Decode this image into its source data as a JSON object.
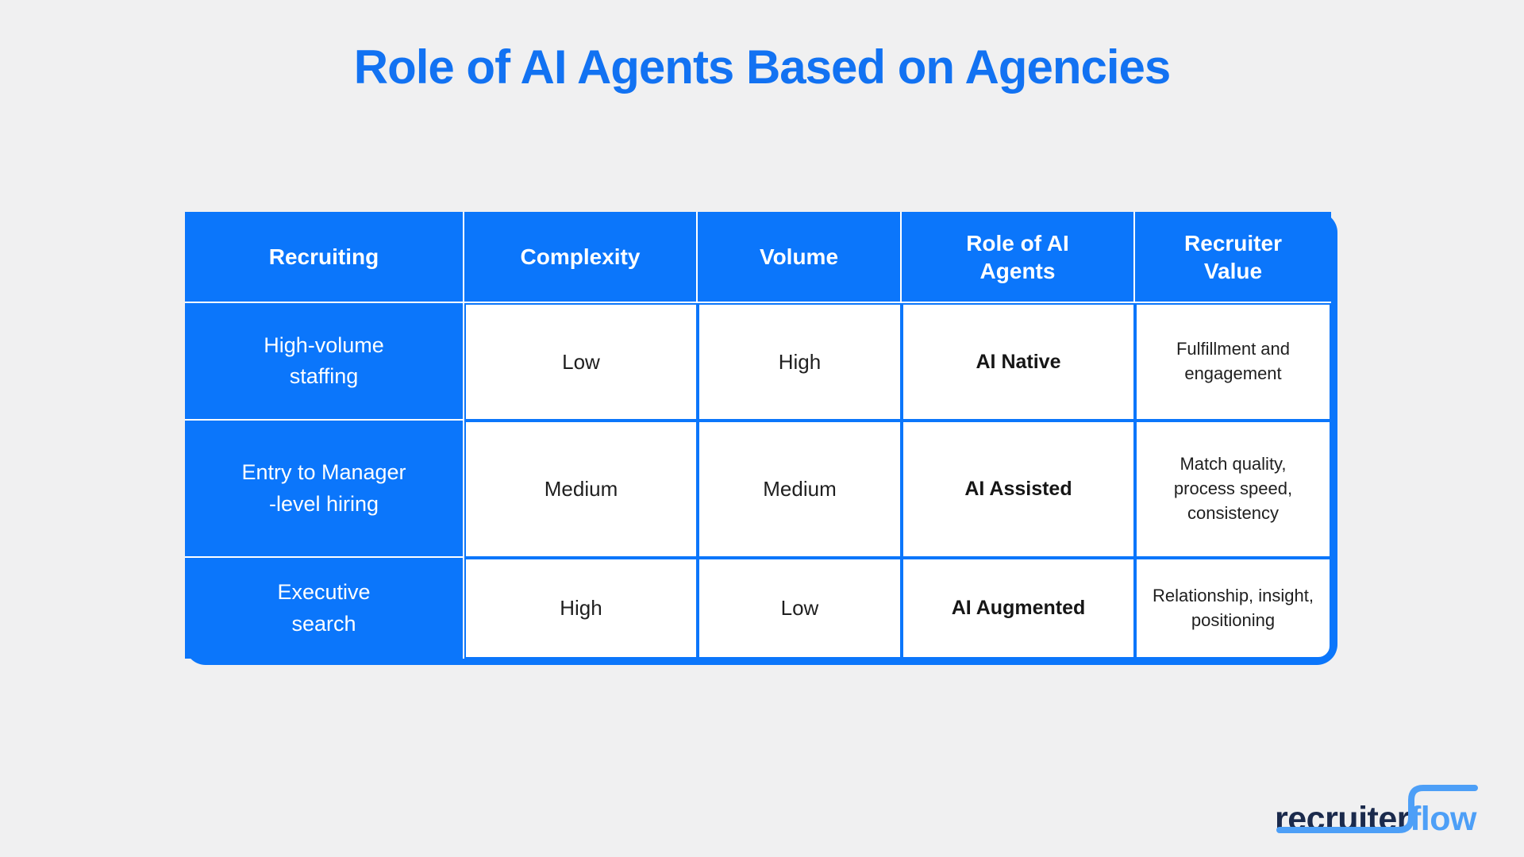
{
  "page": {
    "background": "#f0f0f1"
  },
  "title": {
    "text": "Role of AI Agents Based on Agencies",
    "color": "#1272f2"
  },
  "table": {
    "accent_blue": "#0b76fb",
    "headers": [
      {
        "label": "Recruiting"
      },
      {
        "label": "Complexity"
      },
      {
        "label": "Volume"
      },
      {
        "label": "Role of AI\nAgents"
      },
      {
        "label": "Recruiter\nValue"
      }
    ],
    "rows": [
      {
        "recruiting": "High-volume\nstaffing",
        "complexity": "Low",
        "volume": "High",
        "role": "AI Native",
        "value": "Fulfillment and\nengagement"
      },
      {
        "recruiting": "Entry to Manager\n-level hiring",
        "complexity": "Medium",
        "volume": "Medium",
        "role": "AI Assisted",
        "value": "Match quality,\nprocess speed,\nconsistency"
      },
      {
        "recruiting": "Executive\nsearch",
        "complexity": "High",
        "volume": "Low",
        "role": "AI Augmented",
        "value": "Relationship, insight,\npositioning"
      }
    ]
  },
  "chart_data": {
    "type": "table",
    "title": "Role of AI Agents Based on Agencies",
    "columns": [
      "Recruiting",
      "Complexity",
      "Volume",
      "Role of AI Agents",
      "Recruiter Value"
    ],
    "rows": [
      [
        "High-volume staffing",
        "Low",
        "High",
        "AI Native",
        "Fulfillment and engagement"
      ],
      [
        "Entry to Manager -level hiring",
        "Medium",
        "Medium",
        "AI Assisted",
        "Match quality, process speed, consistency"
      ],
      [
        "Executive search",
        "High",
        "Low",
        "AI Augmented",
        "Relationship, insight, positioning"
      ]
    ],
    "layout": {
      "header_fill": "#0b76fb",
      "header_text": "#ffffff",
      "first_column_fill": "#0b76fb",
      "body_fill": "#ffffff"
    }
  },
  "logo": {
    "brand_dark": "recruiter",
    "brand_light": "flow",
    "dark_color": "#1b2a4c",
    "light_color": "#4d9ff7"
  }
}
